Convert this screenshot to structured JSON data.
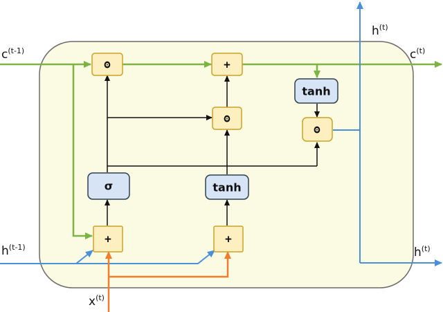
{
  "labels": {
    "c_prev": {
      "base": "c",
      "sup": "(t-1)"
    },
    "c_next": {
      "base": "c",
      "sup": "(t)"
    },
    "h_prev": {
      "base": "h",
      "sup": "(t-1)"
    },
    "h_top": {
      "base": "h",
      "sup": "(t)"
    },
    "h_out": {
      "base": "h",
      "sup": "(t)"
    },
    "x_in": {
      "base": "x",
      "sup": "(t)"
    }
  },
  "ops": {
    "forget_mul": "ʘ",
    "cell_add": "+",
    "input_mul": "ʘ",
    "output_mul": "ʘ",
    "gate_sum_left": "+",
    "gate_sum_right": "+"
  },
  "activations": {
    "sigma": "σ",
    "tanh_candidate": "tanh",
    "tanh_cell": "tanh"
  },
  "colors": {
    "cell_state": "#7cb342",
    "hidden": "#4a90d9",
    "input": "#ef7d2c",
    "internal": "#111111",
    "cell_background": "#fbfbe3",
    "op_fill": "#fdefbf",
    "op_stroke": "#c9a227",
    "act_fill": "#d6e4f5",
    "act_stroke": "#2c3e50"
  }
}
